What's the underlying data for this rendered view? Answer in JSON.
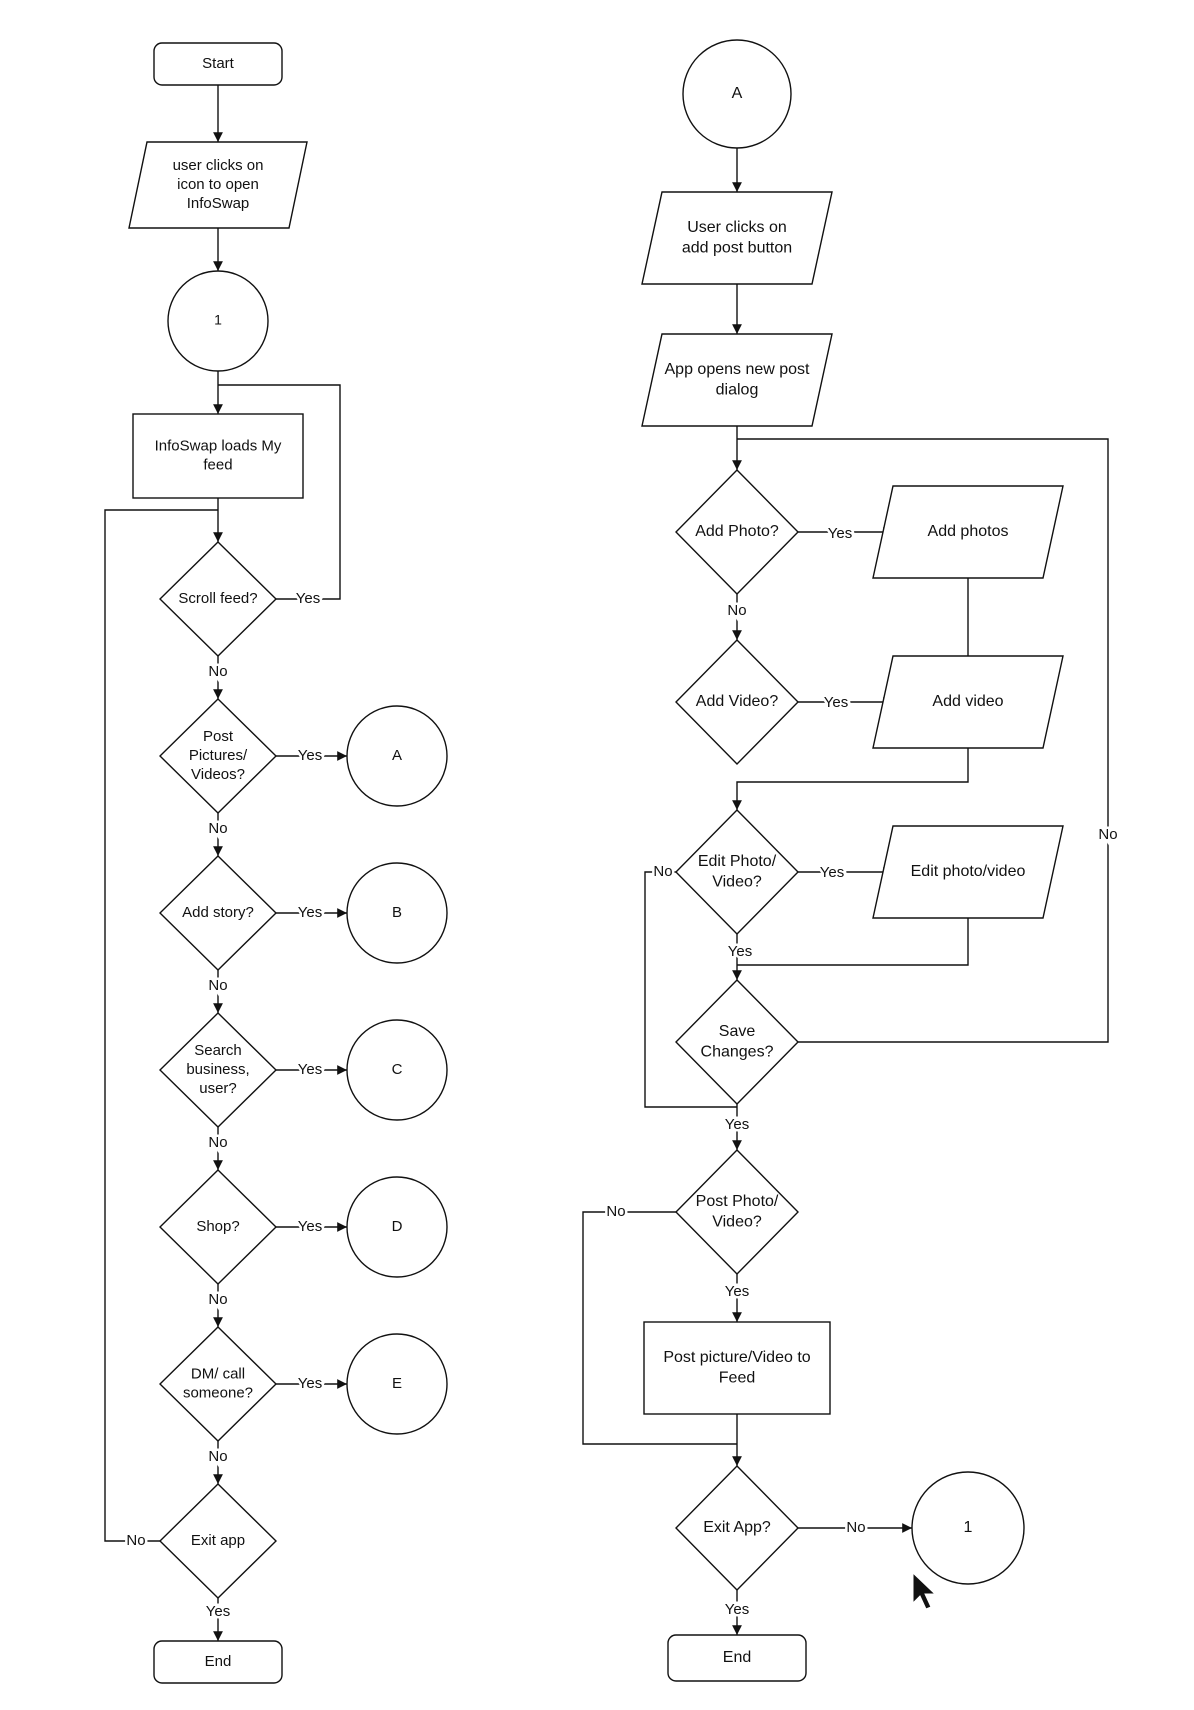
{
  "diagram": {
    "left_flow": {
      "start": "Start",
      "user_opens_app": [
        "user clicks on",
        "icon to open",
        "InfoSwap"
      ],
      "connector_1": "1",
      "load_feed": [
        "InfoSwap loads My",
        "feed"
      ],
      "scroll_feed": [
        "Scroll feed?"
      ],
      "post_pictures": [
        "Post",
        "Pictures/",
        "Videos?"
      ],
      "add_story": [
        "Add story?"
      ],
      "search": [
        "Search",
        "business,",
        "user?"
      ],
      "shop": [
        "Shop?"
      ],
      "dm_call": [
        "DM/ call",
        "someone?"
      ],
      "exit_app": [
        "Exit app"
      ],
      "end": "End",
      "connector_a": "A",
      "connector_b": "B",
      "connector_c": "C",
      "connector_d": "D",
      "connector_e": "E"
    },
    "right_flow": {
      "connector_a": "A",
      "user_clicks_add": [
        "User clicks on",
        "add post button"
      ],
      "open_dialog": [
        "App opens new post",
        "dialog"
      ],
      "add_photo_q": [
        "Add Photo?"
      ],
      "add_photos": [
        "Add photos"
      ],
      "add_video_q": [
        "Add Video?"
      ],
      "add_video": [
        "Add video"
      ],
      "edit_q": [
        "Edit Photo/",
        "Video?"
      ],
      "edit_action": [
        "Edit photo/video"
      ],
      "save_q": [
        "Save",
        "Changes?"
      ],
      "post_q": [
        "Post Photo/",
        "Video?"
      ],
      "post_action": [
        "Post picture/Video to",
        "Feed"
      ],
      "exit_q": [
        "Exit App?"
      ],
      "connector_1": "1",
      "end": "End"
    },
    "labels": {
      "yes": "Yes",
      "no": "No"
    }
  }
}
